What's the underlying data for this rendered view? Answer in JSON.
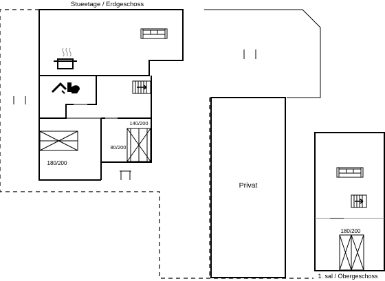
{
  "floors": {
    "ground": {
      "label": "Stueetage / Erdgeschoss"
    },
    "upper": {
      "label": "1. sal / Obergeschoss"
    }
  },
  "rooms": {
    "private": "Privat",
    "bed_double_ground": "180/200",
    "bunk_top": "140/200",
    "bunk_small": "80/200",
    "bed_double_upper": "180/200"
  },
  "icons": [
    "sofa-icon",
    "cooking-pot-icon",
    "shower-icon",
    "toilet-icon",
    "stairs-icon",
    "bed-icon"
  ],
  "colors": {
    "lines": "#000000",
    "background": "#ffffff",
    "divider": "#8a8a8a"
  }
}
